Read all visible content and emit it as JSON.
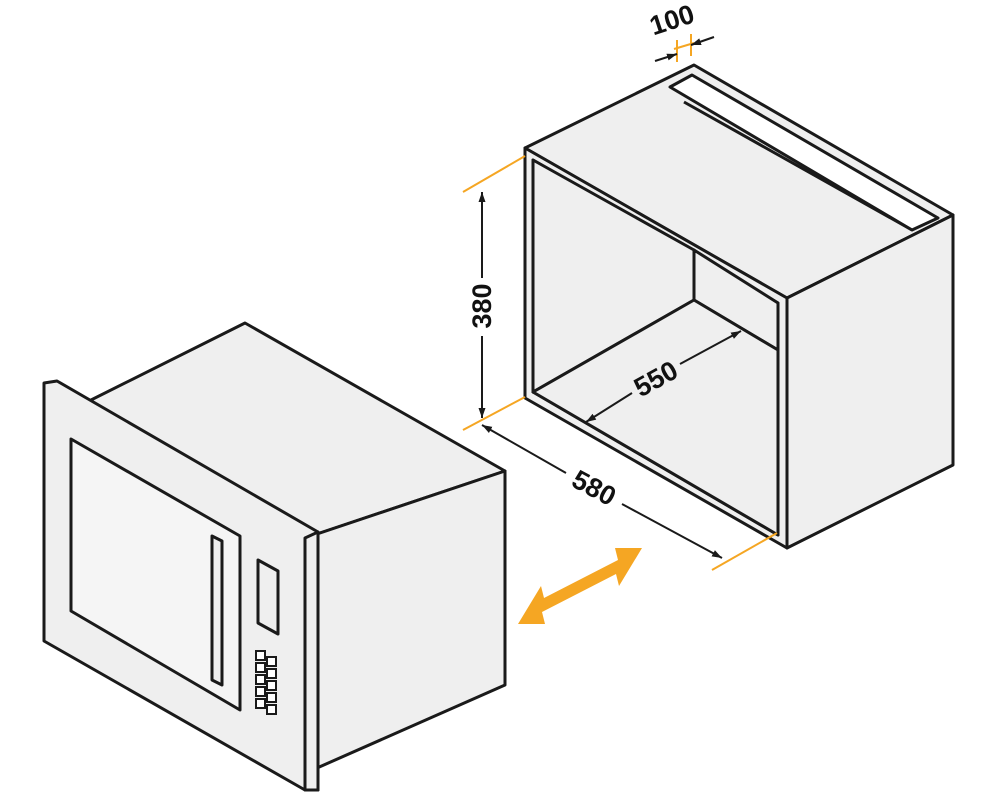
{
  "dimensions": {
    "niche_height": "380",
    "niche_depth": "550",
    "niche_width": "580",
    "vent_gap": "100"
  },
  "colors": {
    "outline": "#1a1a1a",
    "panel": "#efefef",
    "accent": "#f5a623"
  },
  "icons": {
    "insert_arrow": "double-arrow-icon",
    "microwave": "microwave-icon",
    "cabinet": "cabinet-niche-icon"
  }
}
